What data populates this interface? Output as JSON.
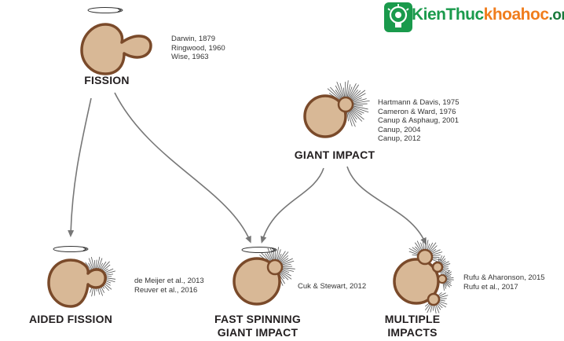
{
  "colors": {
    "planet_fill": "#d8b896",
    "planet_stroke": "#7a4a2a",
    "arrow": "#777777",
    "logo_green": "#1a9a4c",
    "logo_orange": "#f07d1d",
    "logo_dark": "#1a7a3c"
  },
  "logo": {
    "icon": "lightbulb-icon",
    "word1": "KienThuc",
    "word2": "khoahoc",
    "tld": ".org",
    "full": "KienThuckhoahoc.org"
  },
  "nodes": {
    "fission": {
      "title": "FISSION",
      "refs": [
        "Darwin, 1879",
        "Ringwood, 1960",
        "Wise, 1963"
      ]
    },
    "giant_impact": {
      "title": "GIANT IMPACT",
      "refs": [
        "Hartmann & Davis, 1975",
        "Cameron & Ward, 1976",
        "Canup & Asphaug, 2001",
        "Canup, 2004",
        "Canup, 2012"
      ]
    },
    "aided_fission": {
      "title": "AIDED FISSION",
      "refs": [
        "de Meijer et al., 2013",
        "Reuver et al., 2016"
      ]
    },
    "fast_spinning": {
      "title_line1": "FAST SPINNING",
      "title_line2": "GIANT IMPACT",
      "refs": [
        "Cuk & Stewart, 2012"
      ]
    },
    "multiple_impacts": {
      "title": "MULTIPLE IMPACTS",
      "refs": [
        "Rufu & Aharonson, 2015",
        "Rufu et al., 2017"
      ]
    }
  }
}
